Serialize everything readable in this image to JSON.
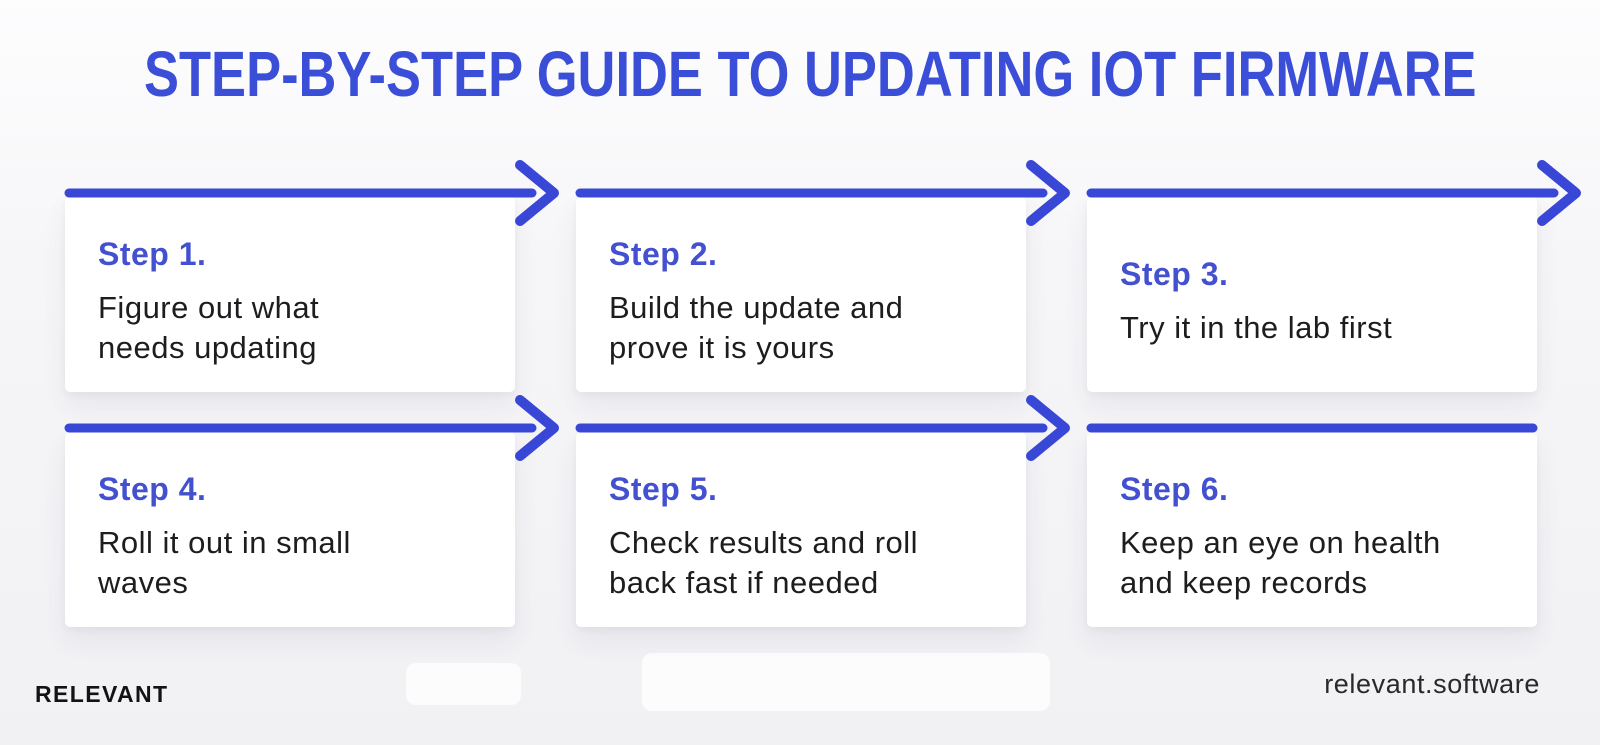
{
  "title": "STEP-BY-STEP GUIDE TO UPDATING IOT FIRMWARE",
  "steps": [
    {
      "label": "Step 1.",
      "description": "Figure out what\nneeds updating"
    },
    {
      "label": "Step 2.",
      "description": "Build the update and\nprove it is yours"
    },
    {
      "label": "Step 3.",
      "description": "Try it in the lab first"
    },
    {
      "label": "Step 4.",
      "description": "Roll it out in small\nwaves"
    },
    {
      "label": "Step 5.",
      "description": "Check results and roll\nback fast if needed"
    },
    {
      "label": "Step 6.",
      "description": "Keep an eye on health\nand keep records"
    }
  ],
  "footer": {
    "brand": "RELEVANT",
    "website": "relevant.software"
  },
  "colors": {
    "accent": "#3847d6",
    "title-color": "#3b4ed8",
    "step-label-color": "#4350cf",
    "body-text": "#1d1d1f",
    "card-bg": "#ffffff",
    "brand-color": "#131313",
    "website-color": "#29292b"
  }
}
